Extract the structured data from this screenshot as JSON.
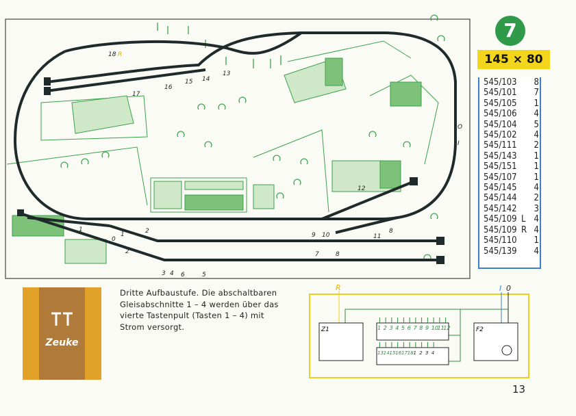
{
  "layout_number": "7",
  "layout_size": "145 × 80",
  "parts_list": [
    {
      "part": "545/103",
      "side": "",
      "qty": "8"
    },
    {
      "part": "545/101",
      "side": "",
      "qty": "7"
    },
    {
      "part": "545/105",
      "side": "",
      "qty": "1"
    },
    {
      "part": "545/106",
      "side": "",
      "qty": "4"
    },
    {
      "part": "545/104",
      "side": "",
      "qty": "5"
    },
    {
      "part": "545/102",
      "side": "",
      "qty": "4"
    },
    {
      "part": "545/111",
      "side": "",
      "qty": "2"
    },
    {
      "part": "545/143",
      "side": "",
      "qty": "1"
    },
    {
      "part": "545/151",
      "side": "",
      "qty": "1"
    },
    {
      "part": "545/107",
      "side": "",
      "qty": "1"
    },
    {
      "part": "545/145",
      "side": "",
      "qty": "4"
    },
    {
      "part": "545/144",
      "side": "",
      "qty": "2"
    },
    {
      "part": "545/142",
      "side": "",
      "qty": "3"
    },
    {
      "part": "545/109",
      "side": "L",
      "qty": "4"
    },
    {
      "part": "545/109",
      "side": "R",
      "qty": "4"
    },
    {
      "part": "545/110",
      "side": "",
      "qty": "1"
    },
    {
      "part": "545/139",
      "side": "",
      "qty": "4"
    }
  ],
  "logo_text": "Zeuke",
  "description": [
    "Dritte Aufbaustufe. Die abschaltbaren",
    "Gleisabschnitte 1 – 4 werden über das",
    "vierte Tastenpult (Tasten 1 – 4) mit",
    "Strom versorgt."
  ],
  "page_number": "13",
  "track_labels": {
    "l18": "18",
    "l17": "17",
    "l16": "16",
    "l15": "15",
    "l14": "14",
    "l13": "13",
    "l12": "12",
    "l11": "11",
    "l10": "10",
    "l9": "9",
    "l8": "8",
    "l7": "7",
    "l8b": "8",
    "l6": "6",
    "l5": "5",
    "l4": "4",
    "l3": "3",
    "l2": "2",
    "l1": "1",
    "l1b": "1",
    "l2b": "2",
    "l0": "0",
    "lI": "I",
    "lO": "O",
    "r": "R"
  },
  "wiring": {
    "feed_r": "R",
    "feed_i": "I",
    "feed_o": "0",
    "z1": "Z1",
    "f2": "F2",
    "panel1_keys": [
      "1",
      "2",
      "3",
      "4",
      "5",
      "6",
      "7",
      "8",
      "9",
      "10",
      "11",
      "12"
    ],
    "panel2_keys": [
      "13",
      "14",
      "15",
      "16",
      "17",
      "18",
      "1",
      "2",
      "3",
      "4"
    ]
  },
  "colors": {
    "track": "#1f2a2a",
    "scenery": "#3aa14a",
    "yellow": "#f0cf1c",
    "blue": "#3b7fd0",
    "label": "#e0b400"
  }
}
